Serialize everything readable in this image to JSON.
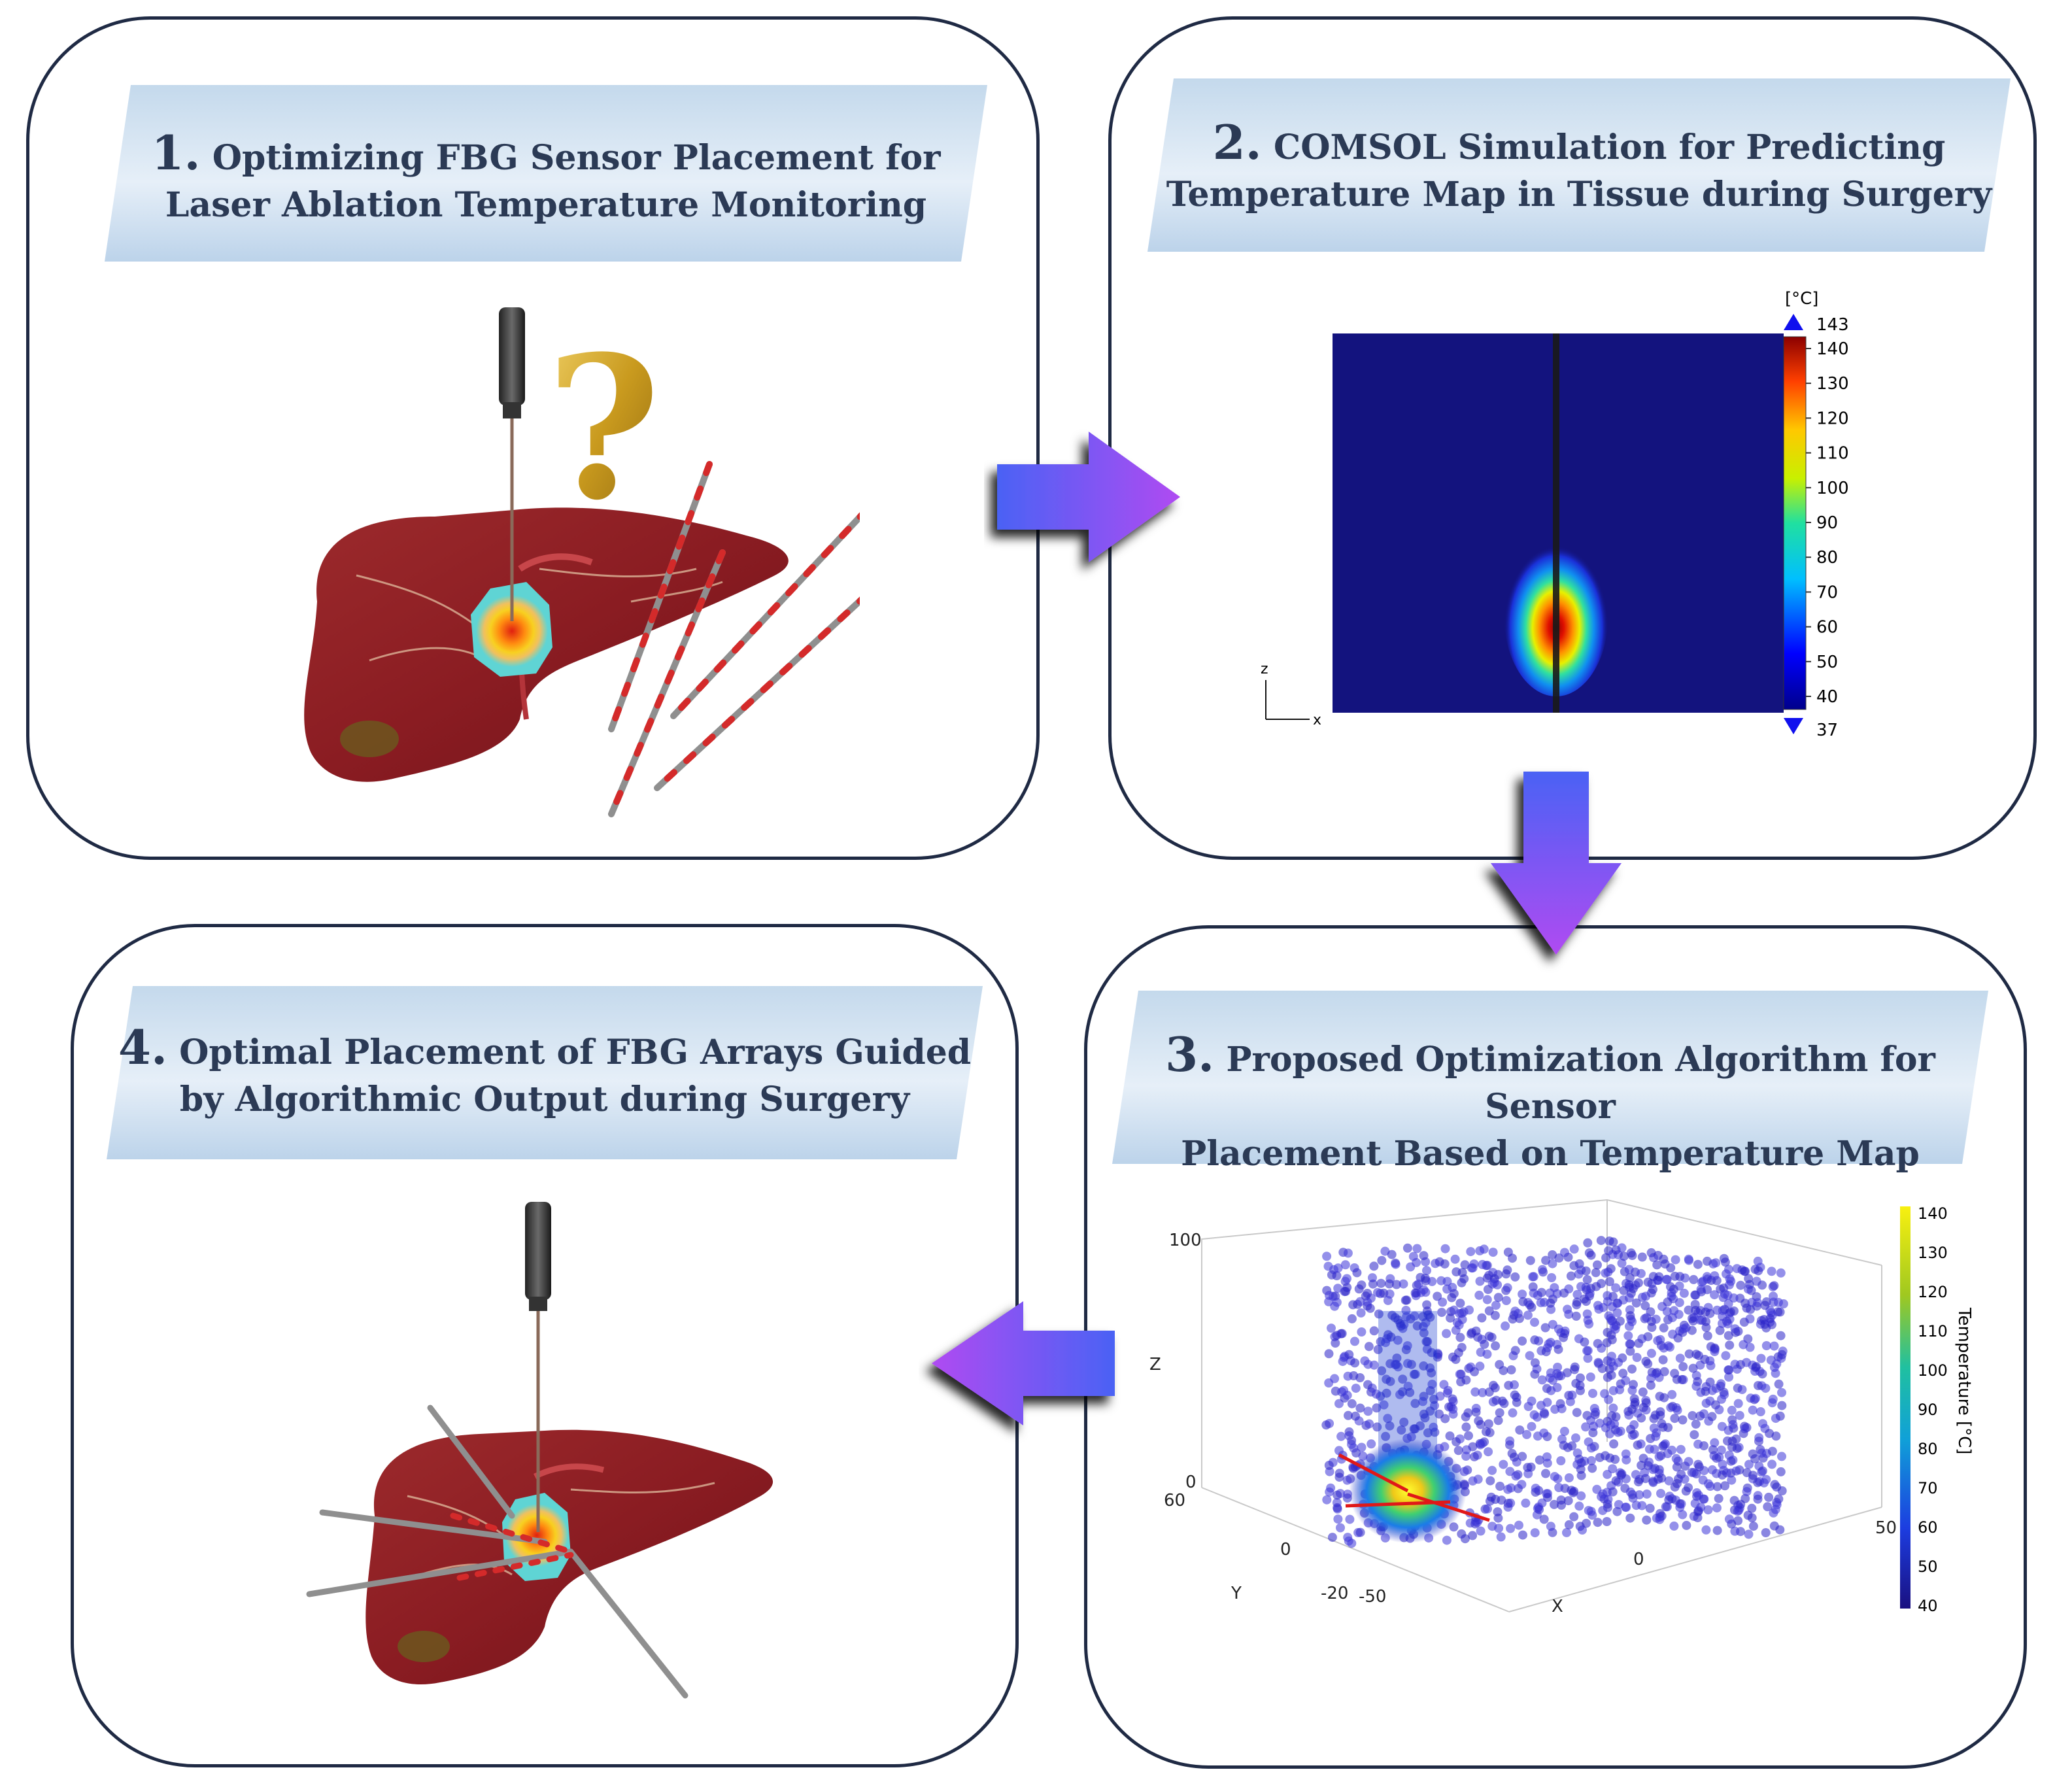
{
  "steps": [
    {
      "number": "1.",
      "line1": "Optimizing FBG Sensor Placement for",
      "line2": "Laser Ablation Temperature Monitoring"
    },
    {
      "number": "2.",
      "line1": "COMSOL Simulation for Predicting",
      "line2": "Temperature Map in Tissue during Surgery"
    },
    {
      "number": "3.",
      "line1": "Proposed Optimization Algorithm for Sensor",
      "line2": "Placement Based on Temperature Map"
    },
    {
      "number": "4.",
      "line1": "Optimal Placement of FBG Arrays Guided",
      "line2": "by Algorithmic Output during Surgery"
    }
  ],
  "panel1": {
    "question_mark": "?"
  },
  "panel2": {
    "unit": "[°C]",
    "max_value": "143",
    "min_value": "37",
    "colorbar_ticks": [
      "140",
      "130",
      "120",
      "110",
      "100",
      "90",
      "80",
      "70",
      "60",
      "50",
      "40"
    ],
    "axis_z": "z",
    "axis_x": "x"
  },
  "panel3": {
    "z_label": "Z",
    "y_label": "Y",
    "x_label": "X",
    "colorbar_title": "Temperature [°C]",
    "colorbar_ticks": [
      "140",
      "130",
      "120",
      "110",
      "100",
      "90",
      "80",
      "70",
      "60",
      "50",
      "40"
    ],
    "z_ticks": [
      "100",
      "0"
    ],
    "y_ticks": [
      "60",
      "0",
      "-20"
    ],
    "x_ticks": [
      "-50",
      "0",
      "50"
    ]
  },
  "colors": {
    "panel_border": "#1f2a44",
    "banner_text": "#2b3a55",
    "arrow_blue": "#4b5bf0",
    "arrow_purple": "#a24bf0",
    "liver": "#8c1e22",
    "cold": "#13137e"
  }
}
